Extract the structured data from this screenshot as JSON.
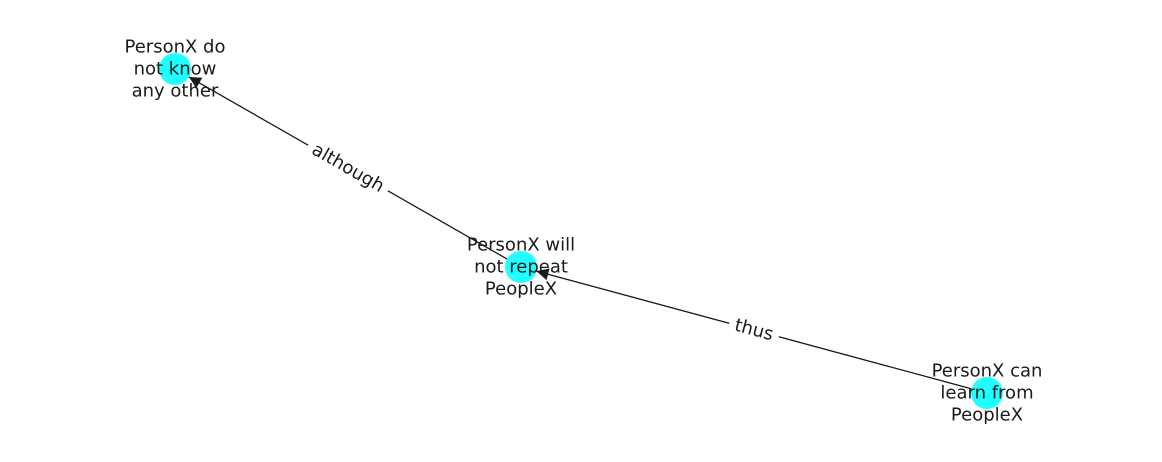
{
  "colors": {
    "node_fill": "#1fffff",
    "edge_stroke": "#1a1a1a",
    "label_bg": "#ffffff",
    "text": "#1a1a1a"
  },
  "nodes": [
    {
      "id": "n1",
      "lines": [
        "PersonX do",
        "not know",
        "any other"
      ]
    },
    {
      "id": "n2",
      "lines": [
        "PersonX will",
        "not repeat",
        "PeopleX"
      ]
    },
    {
      "id": "n3",
      "lines": [
        "PersonX can",
        "learn from",
        "PeopleX"
      ]
    }
  ],
  "edges": [
    {
      "from": "n2",
      "to": "n1",
      "label": "although"
    },
    {
      "from": "n3",
      "to": "n2",
      "label": "thus"
    }
  ]
}
